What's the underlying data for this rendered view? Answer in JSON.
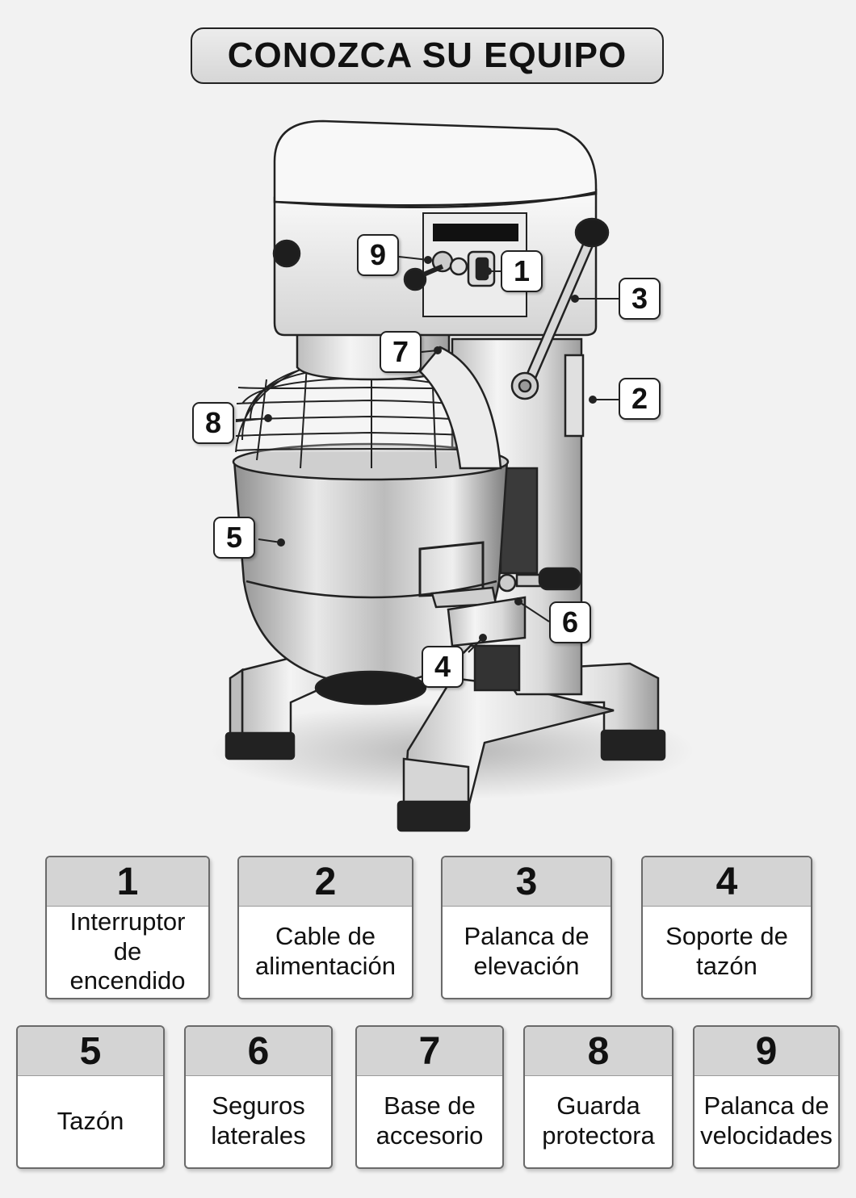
{
  "title": "CONOZCA SU EQUIPO",
  "callouts": [
    "1",
    "2",
    "3",
    "4",
    "5",
    "6",
    "7",
    "8",
    "9"
  ],
  "parts": [
    {
      "number": "1",
      "label": "Interruptor de encendido"
    },
    {
      "number": "2",
      "label": "Cable de alimentación"
    },
    {
      "number": "3",
      "label": "Palanca de elevación"
    },
    {
      "number": "4",
      "label": "Soporte de tazón"
    },
    {
      "number": "5",
      "label": "Tazón"
    },
    {
      "number": "6",
      "label": "Seguros laterales"
    },
    {
      "number": "7",
      "label": "Base de accesorio"
    },
    {
      "number": "8",
      "label": "Guarda protectora"
    },
    {
      "number": "9",
      "label": "Palanca de velocidades"
    }
  ]
}
